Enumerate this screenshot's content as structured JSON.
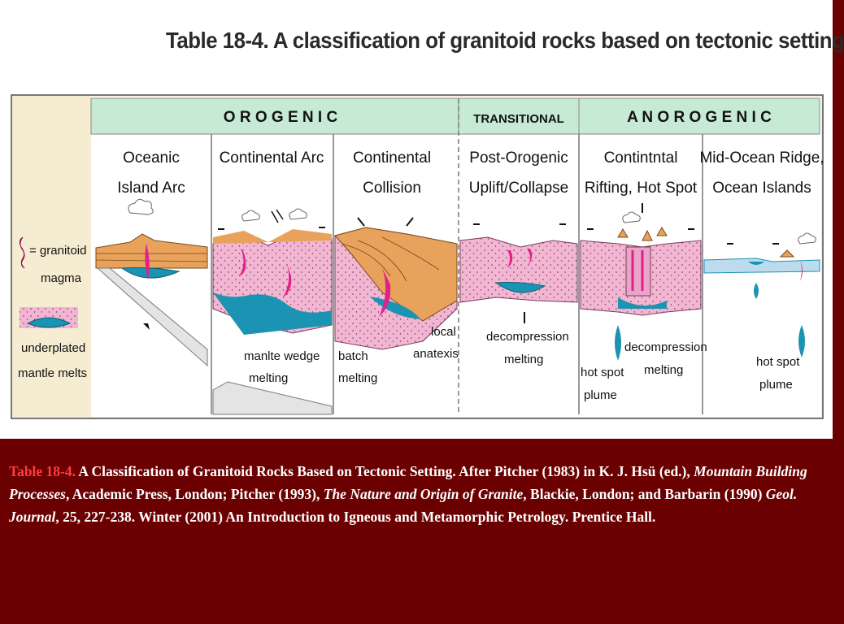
{
  "figure": {
    "title": "Table 18-4. A classification of granitoid rocks based on tectonic setting",
    "headers": {
      "orogenic": "O R O G E N I C",
      "transitional": "TRANSITIONAL",
      "anorogenic": "A N O R O G E N I C"
    },
    "legend": {
      "granitoid_line1": "= granitoid",
      "granitoid_line2": "magma",
      "underplated_line1": "underplated",
      "underplated_line2": "mantle melts"
    },
    "columns": [
      {
        "title_line1": "Oceanic",
        "title_line2": "Island Arc"
      },
      {
        "title_line1": "Continental Arc",
        "title_line2": ""
      },
      {
        "title_line1": "Continental",
        "title_line2": "Collision"
      },
      {
        "title_line1": "Post-Orogenic",
        "title_line2": "Uplift/Collapse"
      },
      {
        "title_line1": "Contintntal",
        "title_line2": "Rifting, Hot Spot"
      },
      {
        "title_line1": "Mid-Ocean Ridge,",
        "title_line2": "Ocean Islands"
      }
    ],
    "annotations": {
      "manlte_wedge_1": "manlte wedge",
      "manlte_wedge_2": "melting",
      "batch_1": "batch",
      "batch_2": "melting",
      "local_1": "local",
      "local_2": "anatexis",
      "decomp_1": "decompression",
      "decomp_2": "melting",
      "hot_spot_1": "hot spot",
      "hot_spot_2": "plume",
      "decomp2_1": "decompression",
      "decomp2_2": "melting",
      "hot_spot_plume_1": "hot spot",
      "hot_spot_plume_2": "plume"
    },
    "colors": {
      "header_green": "#c7ead4",
      "legend_beige": "#f6ecd2",
      "pink_crust": "#f2b6d3",
      "magma": "#e0218a",
      "mantle_teal": "#1b93b2",
      "sediment_orange": "#e8a25b",
      "ocean_blue": "#bcdcee"
    }
  },
  "caption": {
    "label": "Table 18-4.",
    "t1": " A Classification of Granitoid Rocks Based on Tectonic Setting. After Pitcher (1983) in K. J. Hsü (ed.), ",
    "i1": "Mountain Building Processes",
    "t2": ", Academic Press, London; Pitcher (1993), ",
    "i2": "The Nature and Origin of Granite",
    "t3": ", Blackie, London; and Barbarin (1990) ",
    "i3": "Geol. Journal",
    "t4": ", 25, 227-238. Winter (2001) An Introduction to Igneous and Metamorphic Petrology. Prentice Hall."
  }
}
